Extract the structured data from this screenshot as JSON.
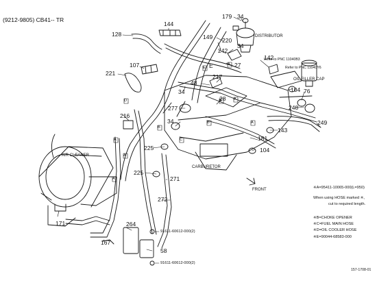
{
  "header": {
    "model_code": "(9212-9805) CB41-- TR"
  },
  "callouts": [
    {
      "text": "179"
    },
    {
      "text": "34"
    },
    {
      "text": "144"
    },
    {
      "text": "128"
    },
    {
      "text": "149"
    },
    {
      "text": "220"
    },
    {
      "text": "34"
    },
    {
      "text": "242"
    },
    {
      "text": "142"
    },
    {
      "text": "27"
    },
    {
      "text": "107"
    },
    {
      "text": "221"
    },
    {
      "text": "E"
    },
    {
      "text": "48"
    },
    {
      "text": "217"
    },
    {
      "text": "34"
    },
    {
      "text": "28"
    },
    {
      "text": "104"
    },
    {
      "text": "76"
    },
    {
      "text": "248"
    },
    {
      "text": "277"
    },
    {
      "text": "216"
    },
    {
      "text": "34"
    },
    {
      "text": "249"
    },
    {
      "text": "143"
    },
    {
      "text": "181"
    },
    {
      "text": "225"
    },
    {
      "text": "104"
    },
    {
      "text": "225"
    },
    {
      "text": "271"
    },
    {
      "text": "272"
    },
    {
      "text": "171"
    },
    {
      "text": "264"
    },
    {
      "text": "167"
    },
    {
      "text": "58"
    }
  ],
  "markers": [
    {
      "text": "D"
    },
    {
      "text": "A"
    },
    {
      "text": "A"
    },
    {
      "text": "C"
    },
    {
      "text": "B"
    },
    {
      "text": "B"
    },
    {
      "text": "A"
    },
    {
      "text": "E"
    },
    {
      "text": "A"
    },
    {
      "text": "B"
    },
    {
      "text": "A"
    },
    {
      "text": "A"
    }
  ],
  "component_labels": {
    "distributor": "DISTRIBUTOR",
    "air_cleaner": "AIR CLEANER",
    "carburetor": "CARBURETOR",
    "front": "FRONT",
    "oil_filler_cap": "OIL FILLER CAP"
  },
  "references": {
    "pnc_1": "Refer to PNC 11040B3",
    "pnc_2": "Refer to PNC 11040Y6"
  },
  "part_numbers": {
    "clip_1": "91611-60612-000(2)",
    "clip_2": "91611-60612-000(2)"
  },
  "notes": [
    "※A=95411-10065-000(L=950)",
    "When using HOSE marked ※,",
    "cut to required length.",
    "※B=CHOKE OPENER",
    "※C=FUEL MAIN HOSE",
    "※D=OIL COOLER HOSE",
    "※E=90044-68583-000"
  ],
  "footer": {
    "figure_code": "157-1708-01"
  }
}
